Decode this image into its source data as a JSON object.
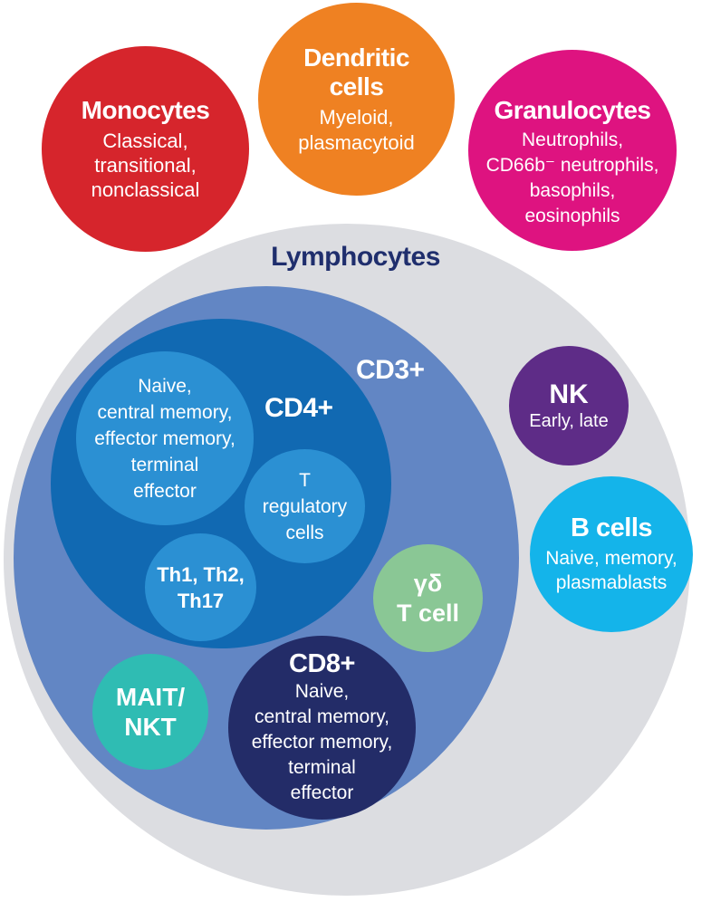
{
  "colors": {
    "background": "#FFFFFF",
    "monocytes": "#D6252C",
    "dendritic_cells": "#EF8122",
    "granulocytes": "#DE1380",
    "lymphocytes": "#DCDDE1",
    "lymphocytes_title_text": "#1F2E6D",
    "cd3": "#6286C4",
    "cd4": "#1169B2",
    "cd4_subset": "#2B90D3",
    "cd8": "#232C68",
    "mait_nkt": "#2FBCB3",
    "gamma_delta_t_cell": "#8AC795",
    "nk": "#5E2C87",
    "b_cells": "#14B4EA",
    "circle_text": "#FFFFFF"
  },
  "monocytes": {
    "title": "Monocytes",
    "subtitle_lines": [
      "Classical,",
      "transitional,",
      "nonclassical"
    ]
  },
  "dendritic_cells": {
    "title_lines": [
      "Dendritic",
      "cells"
    ],
    "subtitle_lines": [
      "Myeloid,",
      "plasmacytoid"
    ]
  },
  "granulocytes": {
    "title": "Granulocytes",
    "subtitle_lines": [
      "Neutrophils,",
      "CD66b⁻ neutrophils,",
      "basophils,",
      "eosinophils"
    ]
  },
  "lymphocytes": {
    "title": "Lymphocytes",
    "nk": {
      "title": "NK",
      "subtitle": "Early, late"
    },
    "b_cells": {
      "title": "B cells",
      "subtitle_lines": [
        "Naive, memory,",
        "plasmablasts"
      ]
    },
    "cd3": {
      "label": "CD3+",
      "cd4": {
        "label": "CD4+",
        "memory_subsets_lines": [
          "Naive,",
          "central memory,",
          "effector memory,",
          "terminal",
          "effector"
        ],
        "t_regulatory_lines": [
          "T",
          "regulatory",
          "cells"
        ],
        "th_subsets_lines": [
          "Th1, Th2,",
          "Th17"
        ]
      },
      "gamma_delta_lines": [
        "γδ",
        "T cell"
      ],
      "cd8": {
        "label": "CD8+",
        "subtitle_lines": [
          "Naive,",
          "central memory,",
          "effector memory,",
          "terminal",
          "effector"
        ]
      },
      "mait_nkt_lines": [
        "MAIT/",
        "NKT"
      ]
    }
  }
}
